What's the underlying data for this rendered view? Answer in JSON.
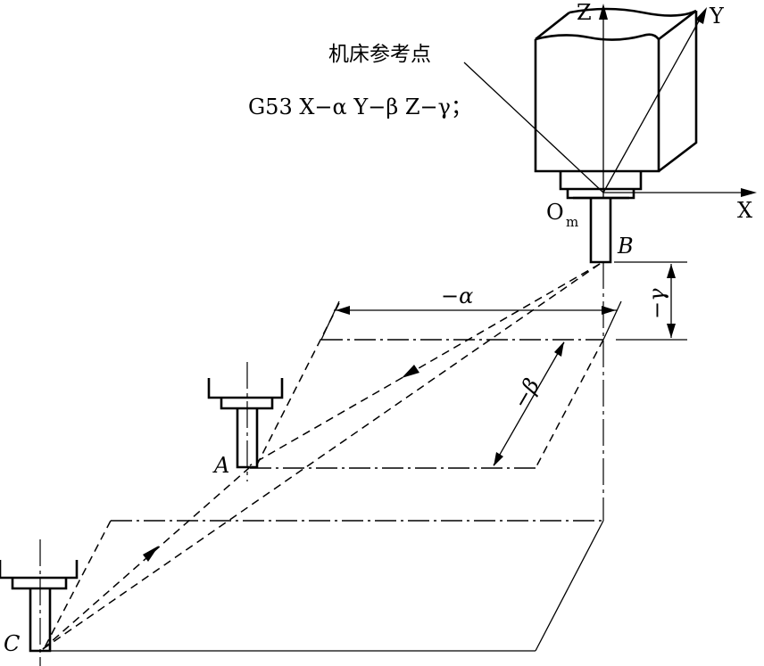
{
  "labels": {
    "reference_point": "机床参考点",
    "command": "G53 X−α Y−β  Z−γ；",
    "axis_z": "Z",
    "axis_y": "Y",
    "axis_x": "X",
    "origin": "O",
    "origin_sub": "m",
    "point_a": "A",
    "point_b": "B",
    "point_c": "C",
    "dim_alpha": "−α",
    "dim_beta": "−β",
    "dim_gamma": "−γ"
  }
}
